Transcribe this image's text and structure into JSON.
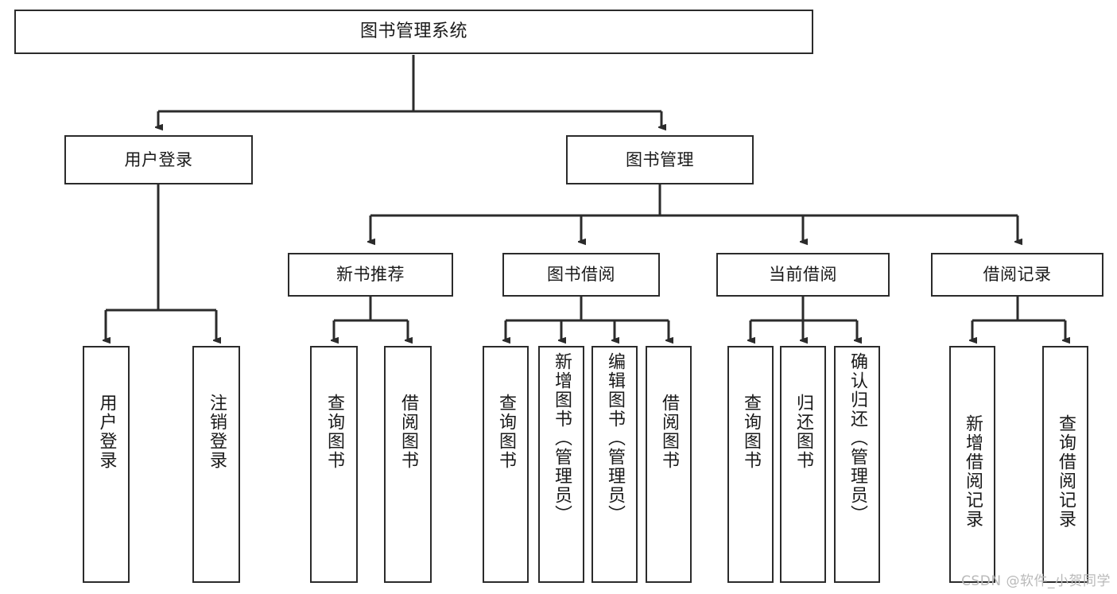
{
  "diagram": {
    "type": "tree-hierarchy-chart",
    "title": "图书管理系统",
    "watermark": "CSDN @软件_小贺同学",
    "colors": {
      "stroke": "#2b2b2b",
      "fill": "#ffffff",
      "text": "#1a1a1a",
      "watermark": "#b9b9b9"
    },
    "nodes": {
      "root": {
        "label": "图书管理系统"
      },
      "level2": [
        {
          "id": "user-login",
          "label": "用户登录"
        },
        {
          "id": "book-manage",
          "label": "图书管理"
        }
      ],
      "level3": [
        {
          "id": "new-book-recommend",
          "label": "新书推荐"
        },
        {
          "id": "book-borrow",
          "label": "图书借阅"
        },
        {
          "id": "current-borrow",
          "label": "当前借阅"
        },
        {
          "id": "borrow-record",
          "label": "借阅记录"
        }
      ],
      "leaves": {
        "user-login": [
          {
            "id": "leaf-user-login",
            "label": "用户登录"
          },
          {
            "id": "leaf-logout",
            "label": "注销登录"
          }
        ],
        "new-book-recommend": [
          {
            "id": "leaf-query-book-1",
            "label": "查询图书"
          },
          {
            "id": "leaf-borrow-book-1",
            "label": "借阅图书"
          }
        ],
        "book-borrow": [
          {
            "id": "leaf-query-book-2",
            "label": "查询图书"
          },
          {
            "id": "leaf-add-book",
            "label": "新增图书（管理员）"
          },
          {
            "id": "leaf-edit-book",
            "label": "编辑图书（管理员）"
          },
          {
            "id": "leaf-borrow-book-2",
            "label": "借阅图书"
          }
        ],
        "current-borrow": [
          {
            "id": "leaf-query-book-3",
            "label": "查询图书"
          },
          {
            "id": "leaf-return-book",
            "label": "归还图书"
          },
          {
            "id": "leaf-confirm-return",
            "label": "确认归还（管理员）"
          }
        ],
        "borrow-record": [
          {
            "id": "leaf-add-record",
            "label": "新增借阅记录"
          },
          {
            "id": "leaf-query-record",
            "label": "查询借阅记录"
          }
        ]
      }
    }
  }
}
